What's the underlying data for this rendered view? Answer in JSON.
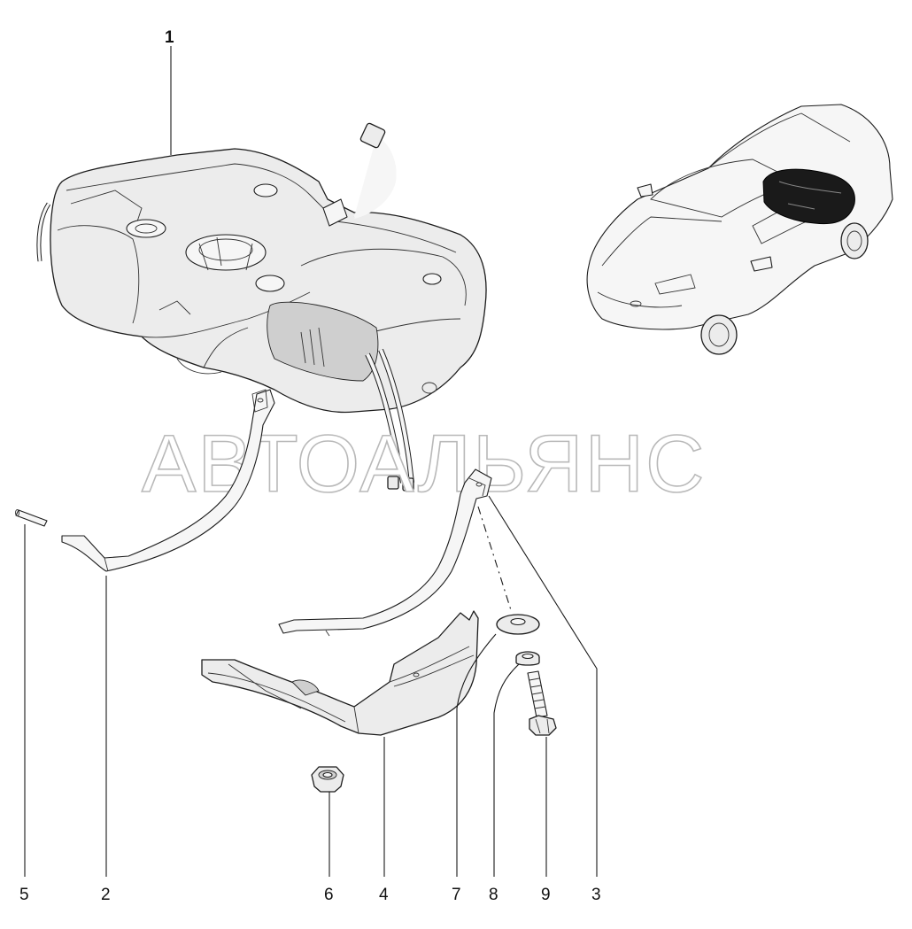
{
  "watermark": "АВТОАЛЬЯНС",
  "callouts": {
    "c1": "1",
    "c2": "2",
    "c3": "3",
    "c4": "4",
    "c5": "5",
    "c6": "6",
    "c7": "7",
    "c8": "8",
    "c9": "9"
  },
  "colors": {
    "line": "#1c1c1c",
    "fill": "#ececec",
    "watermark_outline": "#b9b9b9",
    "highlight": "#1a1a1a"
  }
}
